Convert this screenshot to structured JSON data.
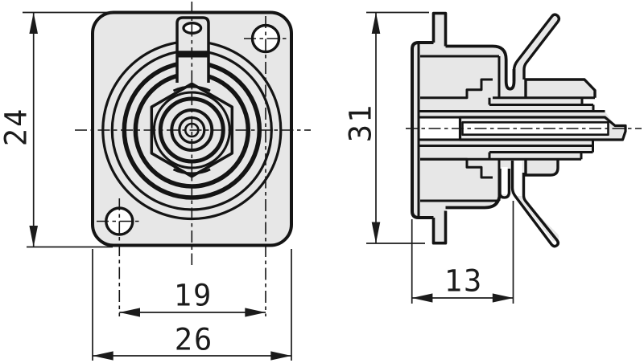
{
  "drawing": {
    "type": "technical-dimension-drawing",
    "views": {
      "front": {
        "name": "front-view"
      },
      "side": {
        "name": "side-section-view"
      }
    },
    "colors": {
      "background": "#ffffff",
      "outline": "#141414",
      "material_fill": "#e7e7e7",
      "text": "#1b1b1b"
    },
    "dimensions": {
      "front_height": "24",
      "hole_spacing": "19",
      "front_width": "26",
      "side_height": "31",
      "side_depth": "13"
    }
  }
}
